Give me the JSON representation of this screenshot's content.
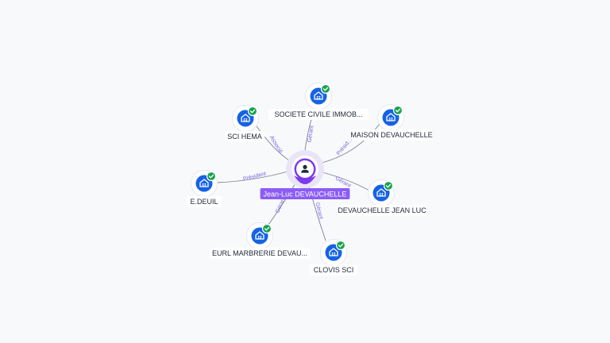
{
  "center": {
    "name": "Jean-Luc DEVAUCHELLE",
    "icon": "person-icon",
    "color": "#7c3aed"
  },
  "companies": [
    {
      "id": "sci-hema",
      "name": "SCI HEMA",
      "role": "Associé",
      "verified": true
    },
    {
      "id": "societe-civile-immob",
      "name": "SOCIETE CIVILE IMMOB...",
      "role": "Gérant",
      "verified": true
    },
    {
      "id": "maison-devauchelle",
      "name": "MAISON DEVAUCHELLE",
      "role": "Présid...",
      "verified": true
    },
    {
      "id": "e-deuil",
      "name": "E.DEUIL",
      "role": "Président",
      "verified": true
    },
    {
      "id": "devauchelle-jean-luc",
      "name": "DEVAUCHELLE JEAN LUC",
      "role": "Gérant",
      "verified": true
    },
    {
      "id": "eurl-marbrerie",
      "name": "EURL MARBRERIE DEVAU...",
      "role": "Gérant",
      "verified": true
    },
    {
      "id": "clovis-sci",
      "name": "CLOVIS SCI",
      "role": "Gérant",
      "verified": true
    }
  ],
  "colors": {
    "company_node": "#1562e6",
    "verified_badge": "#1aa251",
    "edge_label": "#7b64e0"
  },
  "icons": {
    "company": "building-icon",
    "verified": "check-badge-icon"
  }
}
